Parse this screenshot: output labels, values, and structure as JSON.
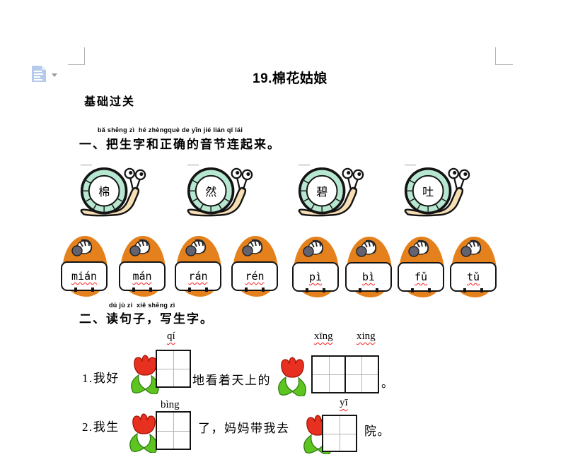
{
  "icons": {
    "paste_options": "paste-options-icon",
    "dropdown_arrow": "chevron-down",
    "snail": "snail-clipart",
    "zebra": "zebra-head-clipart",
    "tulip": "tulip-flower-clipart"
  },
  "colors": {
    "egg_orange": "#e5811d",
    "shell_mint": "#b6e7d0",
    "snail_body_tan": "#f6deb5",
    "tulip_red": "#e73020",
    "leaf_green": "#5ec41f",
    "squiggle_red": "#ff1a1a",
    "crop_mark_grey": "#b4b4b4",
    "paste_icon_blue": "#b6cbec"
  },
  "title": "19.棉花姑娘",
  "section": "基础过关",
  "exercise1": {
    "pinyin": "bǎ shēng zì  hé zhèngquè de yīn jié lián qǐ lái",
    "heading": "一、把生字和正确的音节连起来。",
    "snail_characters": [
      "棉",
      "然",
      "碧",
      "吐"
    ],
    "syllables": [
      "mián",
      "mán",
      "rán",
      "rén",
      "pì",
      "bì",
      "fǔ",
      "tǔ"
    ]
  },
  "exercise2": {
    "pinyin": "dú jù zi  xiě shēng zì",
    "heading": "二、读句子，写生字。",
    "sentence1": {
      "pinyin_grid1": "qí",
      "pinyin_grid2a": "xīng",
      "pinyin_grid2b": "xing",
      "text_start": "1.我好",
      "text_middle": "地看着天上的",
      "text_end": "。"
    },
    "sentence2": {
      "pinyin_grid1": "bìng",
      "pinyin_grid2": "yī",
      "text_start": "2.我生",
      "text_middle": "了，妈妈带我去",
      "text_end": "院。"
    }
  }
}
